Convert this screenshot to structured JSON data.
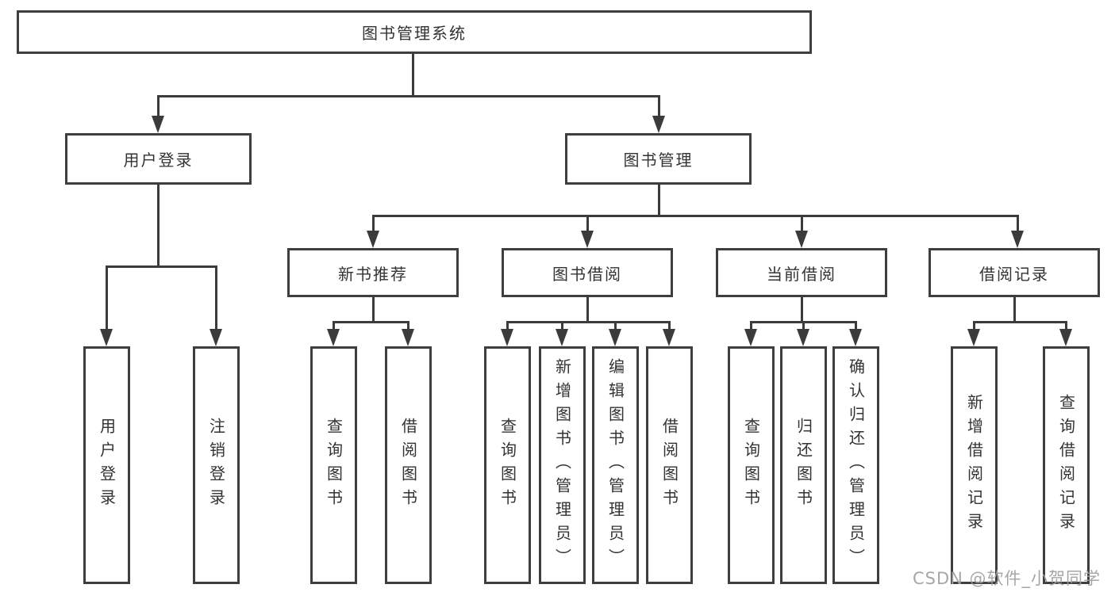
{
  "colors": {
    "line": "#3b3b3b",
    "box_border": "#3e3e3e",
    "text": "#333333",
    "watermark": "#9e9e9e",
    "background": "#ffffff"
  },
  "watermark": {
    "text": "CSDN @软件_小贺同学"
  },
  "tree": {
    "root": {
      "label": "图书管理系统"
    },
    "level2": [
      {
        "label": "用户登录"
      },
      {
        "label": "图书管理"
      }
    ],
    "level3": [
      {
        "label": "新书推荐"
      },
      {
        "label": "图书借阅"
      },
      {
        "label": "当前借阅"
      },
      {
        "label": "借阅记录"
      }
    ],
    "level4": {
      "userLogin": [
        {
          "label": "用户登录"
        },
        {
          "label": "注销登录"
        }
      ],
      "newBookRec": [
        {
          "label": "查询图书"
        },
        {
          "label": "借阅图书"
        }
      ],
      "bookBorrow": [
        {
          "label": "查询图书"
        },
        {
          "label": "新增图书（管理员）"
        },
        {
          "label": "编辑图书（管理员）"
        },
        {
          "label": "借阅图书"
        }
      ],
      "currentBorrow": [
        {
          "label": "查询图书"
        },
        {
          "label": "归还图书"
        },
        {
          "label": "确认归还（管理员）"
        }
      ],
      "borrowRecord": [
        {
          "label": "新增借阅记录"
        },
        {
          "label": "查询借阅记录"
        }
      ]
    }
  }
}
